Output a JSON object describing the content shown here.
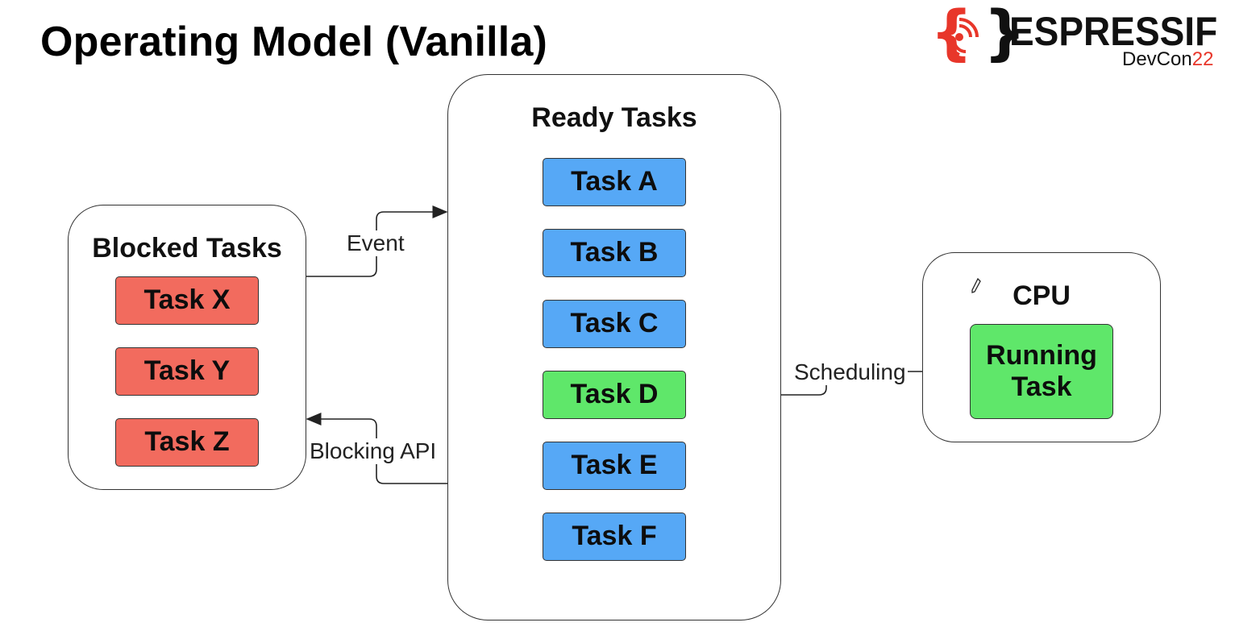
{
  "slide": {
    "title": "Operating Model (Vanilla)"
  },
  "logo": {
    "brand": "ESPRESSIF",
    "event": "DevCon",
    "year": "22",
    "brace_left": "{",
    "brace_right": "}",
    "accent_color": "#e8362a",
    "icon": "espressif-wifi-mark-icon"
  },
  "blocked": {
    "title": "Blocked Tasks",
    "tasks": [
      "Task X",
      "Task Y",
      "Task Z"
    ]
  },
  "ready": {
    "title": "Ready Tasks",
    "tasks": [
      "Task A",
      "Task B",
      "Task C",
      "Task D",
      "Task E",
      "Task F"
    ]
  },
  "cpu": {
    "title": "CPU",
    "running": "Running Task"
  },
  "edges": {
    "event": "Event",
    "blocking_api": "Blocking API",
    "scheduling": "Scheduling"
  },
  "colors": {
    "blocked_task": "#f26b5e",
    "ready_task": "#56a8f6",
    "selected_task": "#5fe76a"
  }
}
